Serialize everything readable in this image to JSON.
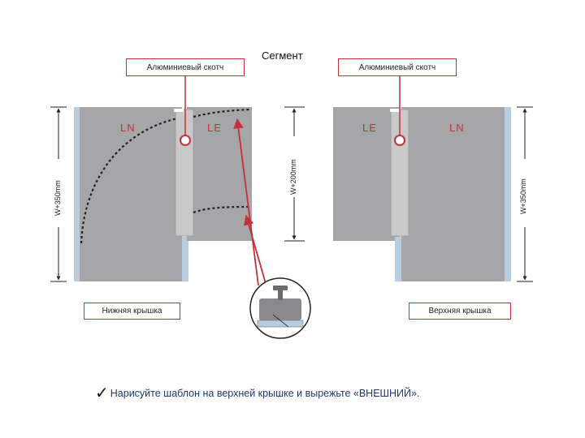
{
  "title": "Сегмент",
  "labels": {
    "tape_left": "Алюминиевый скотч",
    "tape_right": "Алюминиевый скотч",
    "bottom_cover": "Нижняя крышка",
    "top_cover": "Верхняя крышка"
  },
  "tags": {
    "left_ln": "LN",
    "left_le": "LE",
    "right_le": "LE",
    "right_ln": "LN"
  },
  "dimensions": {
    "left": "W+350mm",
    "middle": "W+200mm",
    "right": "W+350mm"
  },
  "instruction": "Нарисуйте шаблон на верхней крышке и вырежьте «ВНЕШНИЙ».",
  "check_mark": "✓",
  "colors": {
    "panel": "#a6a6a9",
    "panel_edge": "#b9cde0",
    "strip": "#c9c9c9",
    "accent_red": "#c6303a",
    "caption_blue": "#1d3a6b"
  }
}
